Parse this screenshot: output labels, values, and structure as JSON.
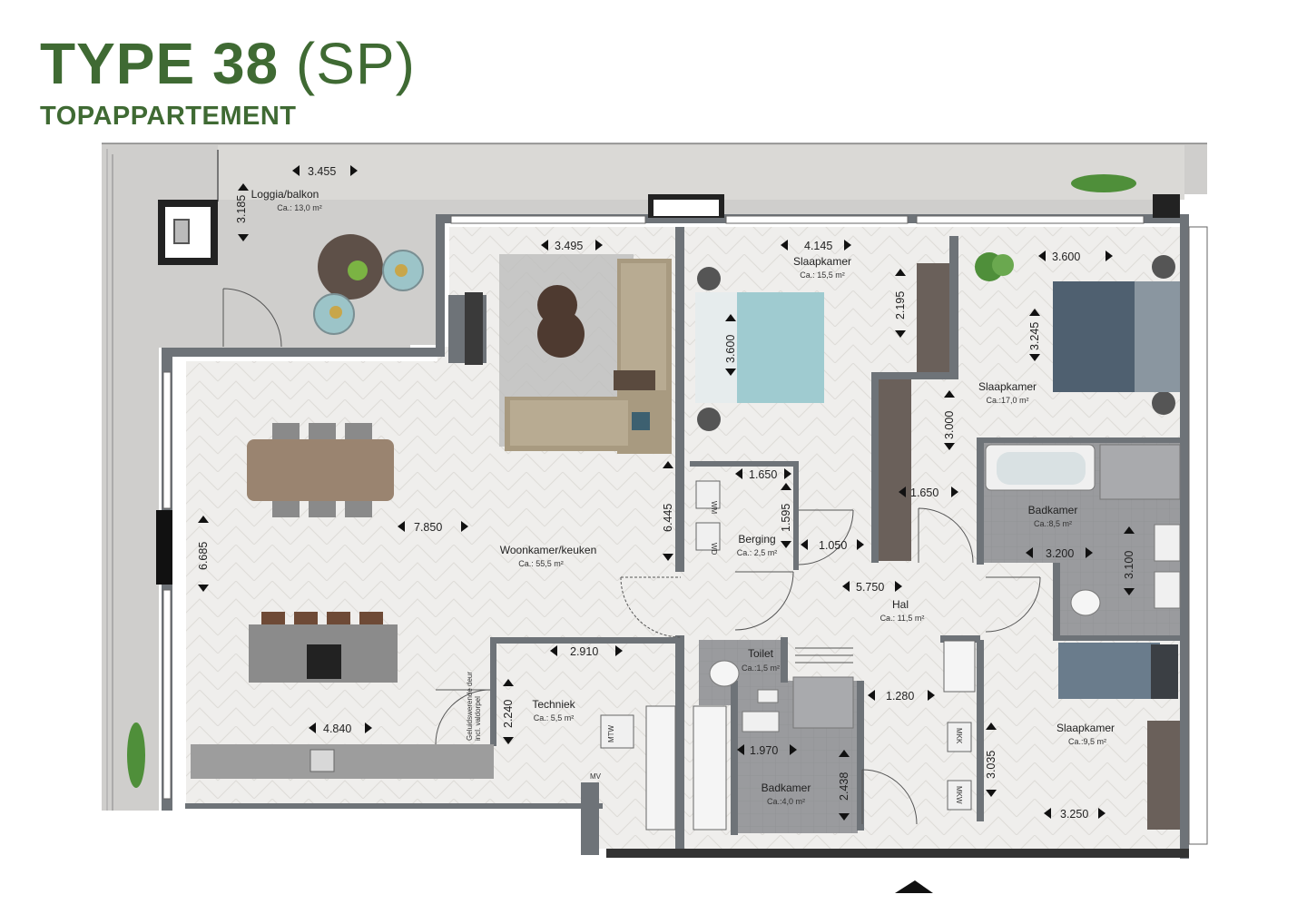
{
  "header": {
    "title": "TYPE 38",
    "title_suffix": "(SP)",
    "subtitle": "TOPAPPARTEMENT"
  },
  "colors": {
    "brand_green": "#3f6a33",
    "wall": "#6e7378",
    "floor": "#efeeec",
    "wet_floor": "#9a9b9e",
    "terrace": "#cfcecc"
  },
  "rooms": {
    "loggia": {
      "name": "Loggia/balkon",
      "area": "Ca.: 13,0 m²"
    },
    "living": {
      "name": "Woonkamer/keuken",
      "area": "Ca.: 55,5 m²"
    },
    "bed1": {
      "name": "Slaapkamer",
      "area": "Ca.: 15,5 m²"
    },
    "bed2": {
      "name": "Slaapkamer",
      "area": "Ca.:17,0 m²"
    },
    "bath1": {
      "name": "Badkamer",
      "area": "Ca.:8,5 m²"
    },
    "storage": {
      "name": "Berging",
      "area": "Ca.: 2,5 m²"
    },
    "hall": {
      "name": "Hal",
      "area": "Ca.: 11,5 m²"
    },
    "toilet": {
      "name": "Toilet",
      "area": "Ca.:1,5 m²"
    },
    "tech": {
      "name": "Techniek",
      "area": "Ca.: 5,5 m²"
    },
    "bath2": {
      "name": "Badkamer",
      "area": "Ca.:4,0 m²"
    },
    "bed3": {
      "name": "Slaapkamer",
      "area": "Ca.:9,5 m²"
    }
  },
  "dimensions": {
    "d3455": "3.455",
    "d3185": "3.185",
    "d3495": "3.495",
    "d4145": "4.145",
    "d3600h": "3.600",
    "d3600v": "3.600",
    "d2195": "2.195",
    "d3245": "3.245",
    "d3000": "3.000",
    "d1650a": "1.650",
    "d1650b": "1.650",
    "d1595": "1.595",
    "d1050": "1.050",
    "d3200": "3.200",
    "d3100": "3.100",
    "d5750": "5.750",
    "d7850": "7.850",
    "d6685": "6.685",
    "d6445": "6.445",
    "d2910": "2.910",
    "d2240": "2.240",
    "d4840": "4.840",
    "d1970": "1.970",
    "d2438": "2.438",
    "d1280": "1.280",
    "d3035": "3.035",
    "d3250": "3.250"
  },
  "appliances": {
    "wm": "WM",
    "wd": "WD",
    "mtw": "MTW",
    "mv": "MV",
    "mkk": "MKK",
    "mkw": "MKW"
  },
  "notes": {
    "door_note_1": "Geluidswerende deur",
    "door_note_2": "incl. valdorpel"
  }
}
